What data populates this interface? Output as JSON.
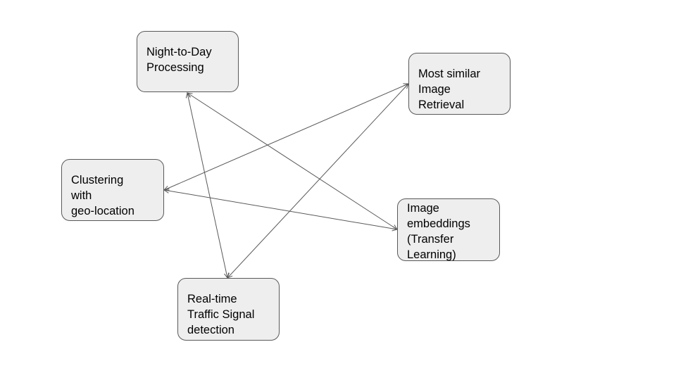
{
  "diagram": {
    "nodes": [
      {
        "id": "night",
        "lines": [
          "Night-to-Day",
          "Processing"
        ]
      },
      {
        "id": "similar",
        "lines": [
          "Most similar",
          "Image",
          "Retrieval"
        ]
      },
      {
        "id": "cluster",
        "lines": [
          "Clustering",
          "with",
          "geo-location"
        ]
      },
      {
        "id": "embed",
        "lines": [
          "Image",
          "embeddings",
          "(Transfer",
          "Learning)"
        ]
      },
      {
        "id": "traffic",
        "lines": [
          "Real-time",
          "Traffic Signal",
          "detection"
        ]
      }
    ],
    "edges": [
      {
        "from": "night",
        "to": "embed",
        "arrows": "both"
      },
      {
        "from": "night",
        "to": "traffic",
        "arrows": "both"
      },
      {
        "from": "similar",
        "to": "cluster",
        "arrows": "both"
      },
      {
        "from": "similar",
        "to": "traffic",
        "arrows": "both"
      },
      {
        "from": "cluster",
        "to": "embed",
        "arrows": "both"
      }
    ],
    "colors": {
      "node_fill": "#eeeeee",
      "node_border": "#595959",
      "edge": "#595959"
    }
  }
}
